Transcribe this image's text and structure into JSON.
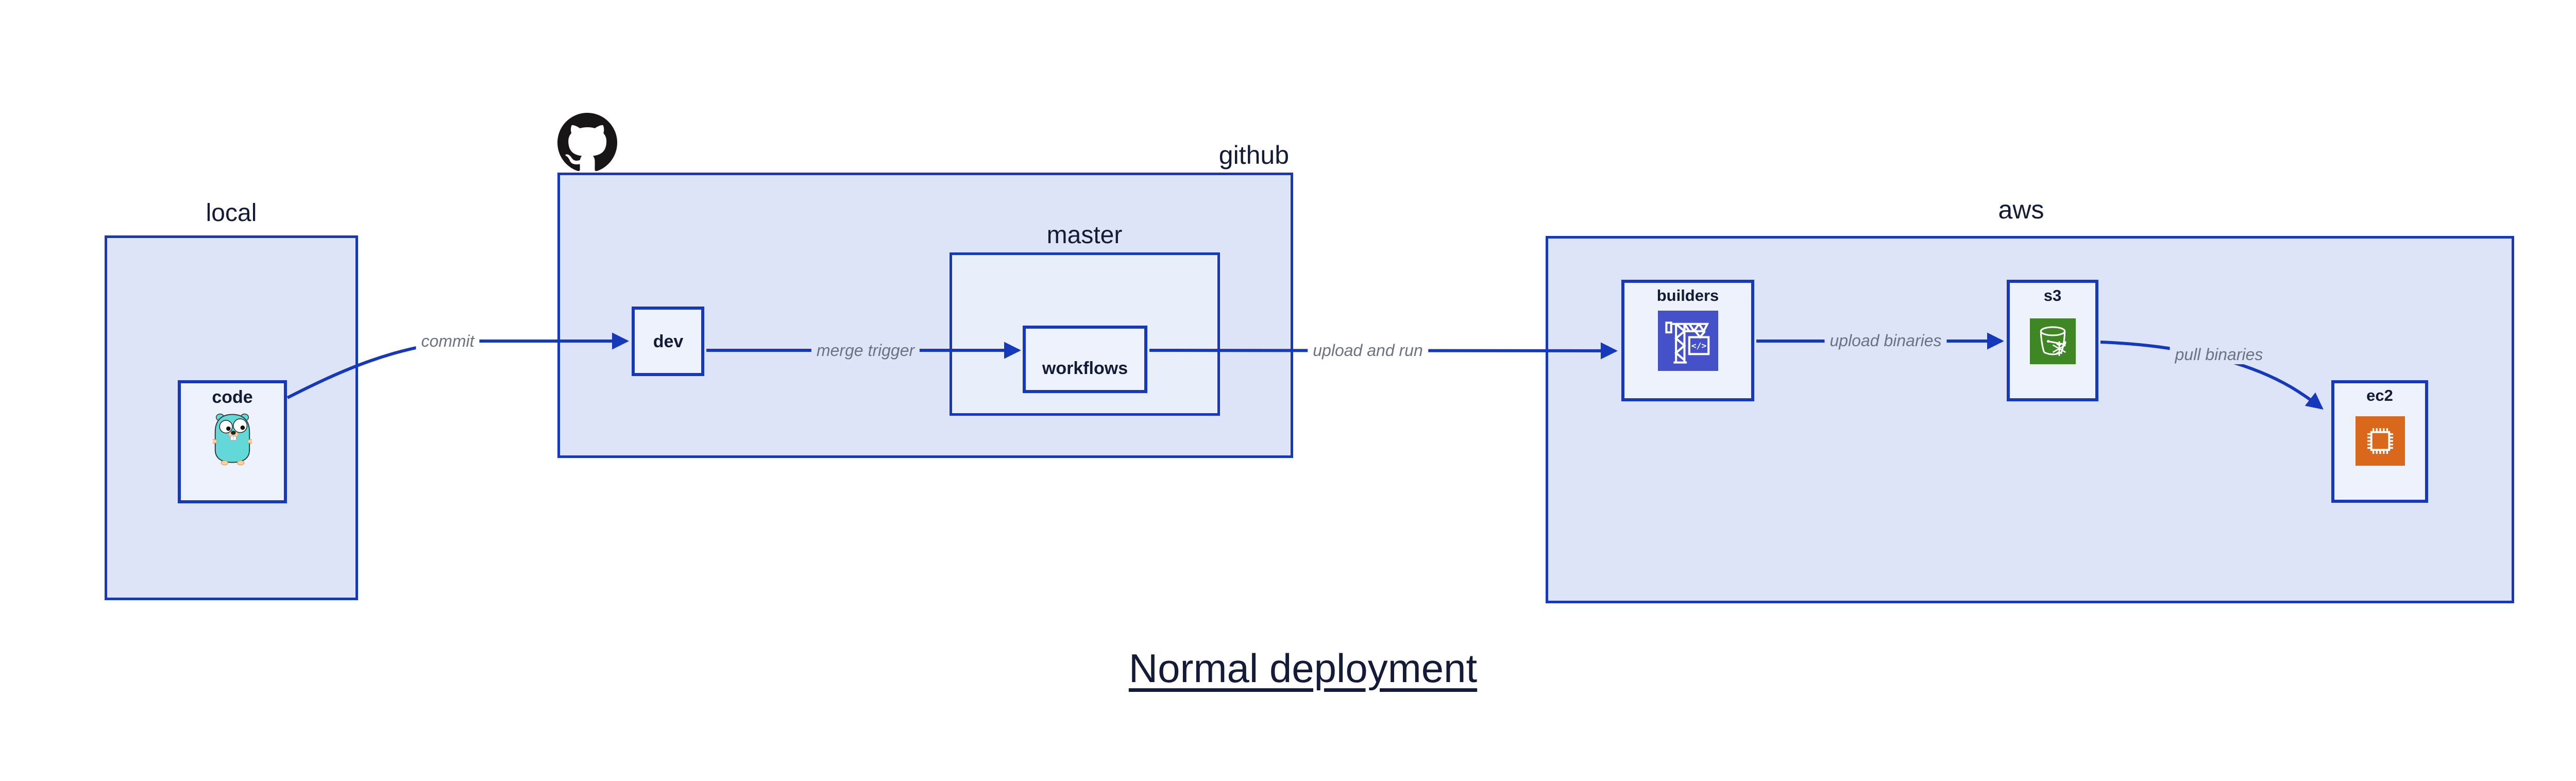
{
  "diagram": {
    "title": "Normal deployment",
    "groups": [
      {
        "id": "local",
        "label": "local"
      },
      {
        "id": "github",
        "label": "github",
        "icon": "github-octocat-icon"
      },
      {
        "id": "master",
        "label": "master"
      },
      {
        "id": "aws",
        "label": "aws"
      }
    ],
    "nodes": [
      {
        "id": "code",
        "label": "code",
        "icon": "go-gopher-icon"
      },
      {
        "id": "dev",
        "label": "dev"
      },
      {
        "id": "workflows",
        "label": "workflows"
      },
      {
        "id": "builders",
        "label": "builders",
        "icon": "aws-codebuild-icon"
      },
      {
        "id": "s3",
        "label": "s3",
        "icon": "aws-s3-glacier-icon"
      },
      {
        "id": "ec2",
        "label": "ec2",
        "icon": "aws-ec2-chip-icon"
      }
    ],
    "edges": [
      {
        "from": "code",
        "to": "dev",
        "label": "commit"
      },
      {
        "from": "dev",
        "to": "workflows",
        "label": "merge trigger"
      },
      {
        "from": "workflows",
        "to": "builders",
        "label": "upload and run"
      },
      {
        "from": "builders",
        "to": "s3",
        "label": "upload binaries"
      },
      {
        "from": "s3",
        "to": "ec2",
        "label": "pull binaries"
      }
    ],
    "colors": {
      "border_and_arrow_blue": "#1639bc",
      "group_fill": "#dde4f7",
      "master_fill": "#e9eefb",
      "node_fill": "#eef2fc",
      "label_navy": "#131b36",
      "edge_label_gray": "#6b7280",
      "codebuild_purple": "#4451c8",
      "s3_green": "#3f8624",
      "ec2_orange": "#d9671c",
      "gopher_teal": "#63d8d8",
      "octocat_black": "#171515",
      "background": "#ffffff"
    }
  }
}
